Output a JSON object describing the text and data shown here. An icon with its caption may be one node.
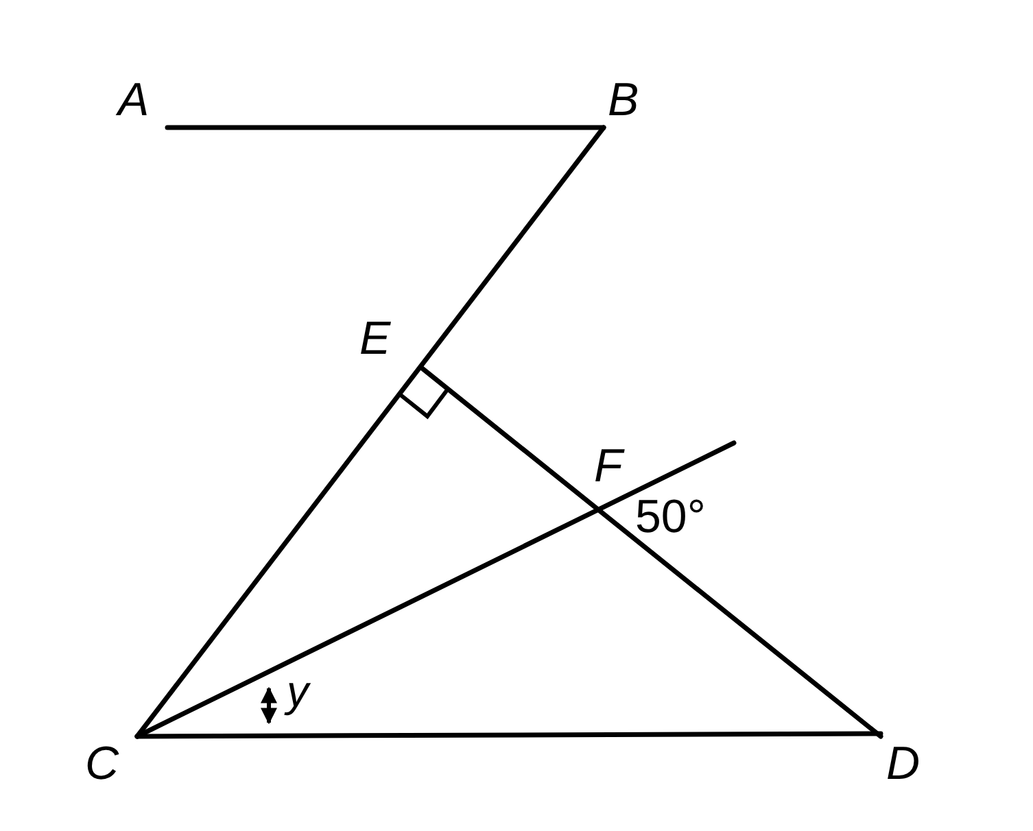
{
  "diagram": {
    "labels": [
      "A",
      "B",
      "E",
      "F",
      "50°",
      "y",
      "C",
      "D"
    ]
  }
}
